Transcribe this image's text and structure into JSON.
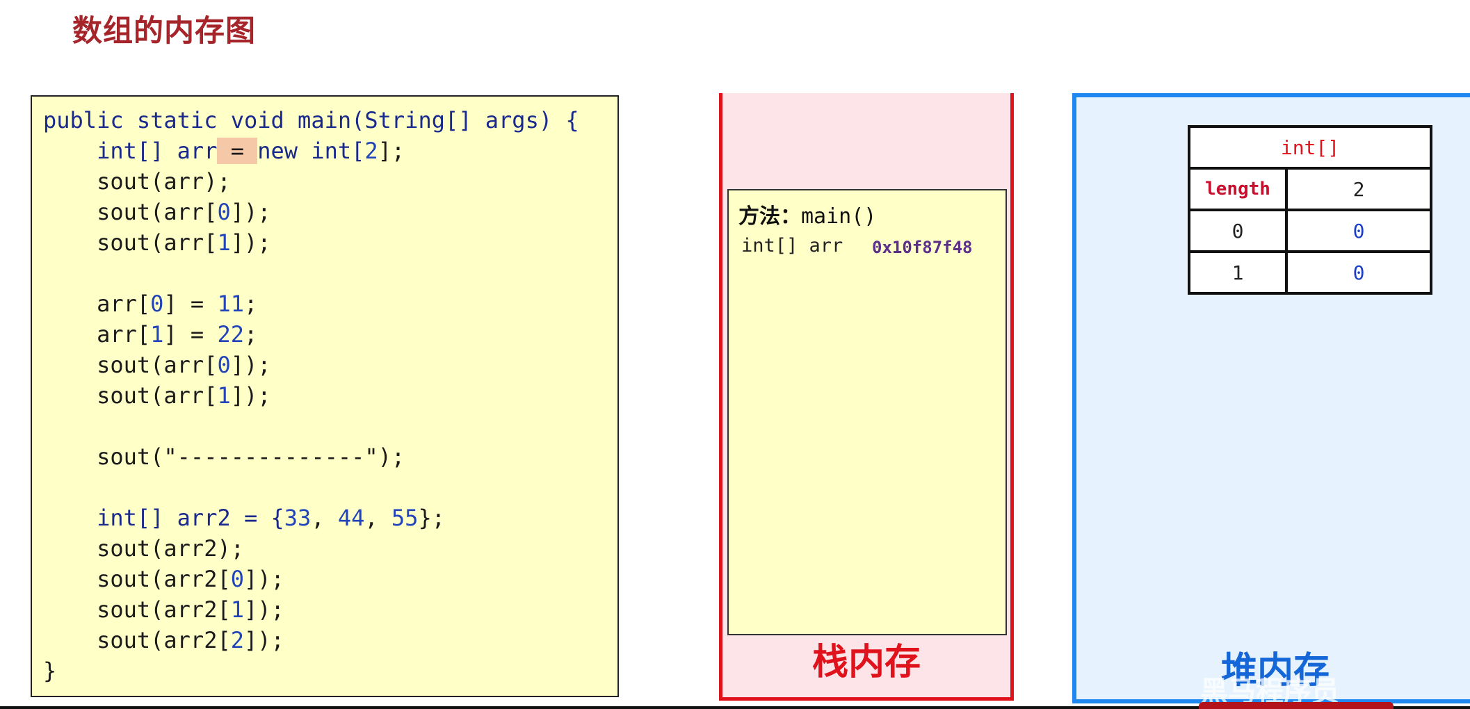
{
  "title": "数组的内存图",
  "code": {
    "lines": [
      {
        "segments": [
          {
            "t": "public static void main(String[] args) {",
            "c": "kw"
          }
        ]
      },
      {
        "segments": [
          {
            "t": "    int[] arr",
            "c": "kw"
          },
          {
            "t": " = ",
            "c": "hl"
          },
          {
            "t": "new int[",
            "c": "kw"
          },
          {
            "t": "2",
            "c": "num"
          },
          {
            "t": "];",
            "c": ""
          }
        ]
      },
      {
        "segments": [
          {
            "t": "    sout(arr);",
            "c": ""
          }
        ]
      },
      {
        "segments": [
          {
            "t": "    sout(arr[",
            "c": ""
          },
          {
            "t": "0",
            "c": "num"
          },
          {
            "t": "]);",
            "c": ""
          }
        ]
      },
      {
        "segments": [
          {
            "t": "    sout(arr[",
            "c": ""
          },
          {
            "t": "1",
            "c": "num"
          },
          {
            "t": "]);",
            "c": ""
          }
        ]
      },
      {
        "segments": []
      },
      {
        "segments": [
          {
            "t": "    arr[",
            "c": ""
          },
          {
            "t": "0",
            "c": "num"
          },
          {
            "t": "] = ",
            "c": ""
          },
          {
            "t": "11",
            "c": "num"
          },
          {
            "t": ";",
            "c": ""
          }
        ]
      },
      {
        "segments": [
          {
            "t": "    arr[",
            "c": ""
          },
          {
            "t": "1",
            "c": "num"
          },
          {
            "t": "] = ",
            "c": ""
          },
          {
            "t": "22",
            "c": "num"
          },
          {
            "t": ";",
            "c": ""
          }
        ]
      },
      {
        "segments": [
          {
            "t": "    sout(arr[",
            "c": ""
          },
          {
            "t": "0",
            "c": "num"
          },
          {
            "t": "]);",
            "c": ""
          }
        ]
      },
      {
        "segments": [
          {
            "t": "    sout(arr[",
            "c": ""
          },
          {
            "t": "1",
            "c": "num"
          },
          {
            "t": "]);",
            "c": ""
          }
        ]
      },
      {
        "segments": []
      },
      {
        "segments": [
          {
            "t": "    sout(\"--------------\");",
            "c": ""
          }
        ]
      },
      {
        "segments": []
      },
      {
        "segments": [
          {
            "t": "    int[] arr2 = {",
            "c": "kw"
          },
          {
            "t": "33",
            "c": "num"
          },
          {
            "t": ", ",
            "c": ""
          },
          {
            "t": "44",
            "c": "num"
          },
          {
            "t": ", ",
            "c": ""
          },
          {
            "t": "55",
            "c": "num"
          },
          {
            "t": "};",
            "c": ""
          }
        ]
      },
      {
        "segments": [
          {
            "t": "    sout(arr2);",
            "c": ""
          }
        ]
      },
      {
        "segments": [
          {
            "t": "    sout(arr2[",
            "c": ""
          },
          {
            "t": "0",
            "c": "num"
          },
          {
            "t": "]);",
            "c": ""
          }
        ]
      },
      {
        "segments": [
          {
            "t": "    sout(arr2[",
            "c": ""
          },
          {
            "t": "1",
            "c": "num"
          },
          {
            "t": "]);",
            "c": ""
          }
        ]
      },
      {
        "segments": [
          {
            "t": "    sout(arr2[",
            "c": ""
          },
          {
            "t": "2",
            "c": "num"
          },
          {
            "t": "]);",
            "c": ""
          }
        ]
      },
      {
        "segments": [
          {
            "t": "}",
            "c": ""
          }
        ]
      }
    ]
  },
  "stack": {
    "label": "栈内存",
    "frame": {
      "method_label": "方法：",
      "method_name": "main()",
      "var_decl": "int[] arr",
      "var_value": "0x10f87f48"
    }
  },
  "heap": {
    "label": "堆内存",
    "watermark": "黑马程序员",
    "array": {
      "type": "int[]",
      "length_key": "length",
      "length_value": "2",
      "rows": [
        {
          "index": "0",
          "value": "0"
        },
        {
          "index": "1",
          "value": "0"
        }
      ]
    }
  },
  "colors": {
    "title": "#a5252a",
    "code_bg": "#ffffc8",
    "stack_border": "#e0131c",
    "stack_bg": "#fde4e8",
    "heap_border": "#1e88f0",
    "heap_bg": "#e6f3fe",
    "highlight": "#f5c9a8"
  }
}
